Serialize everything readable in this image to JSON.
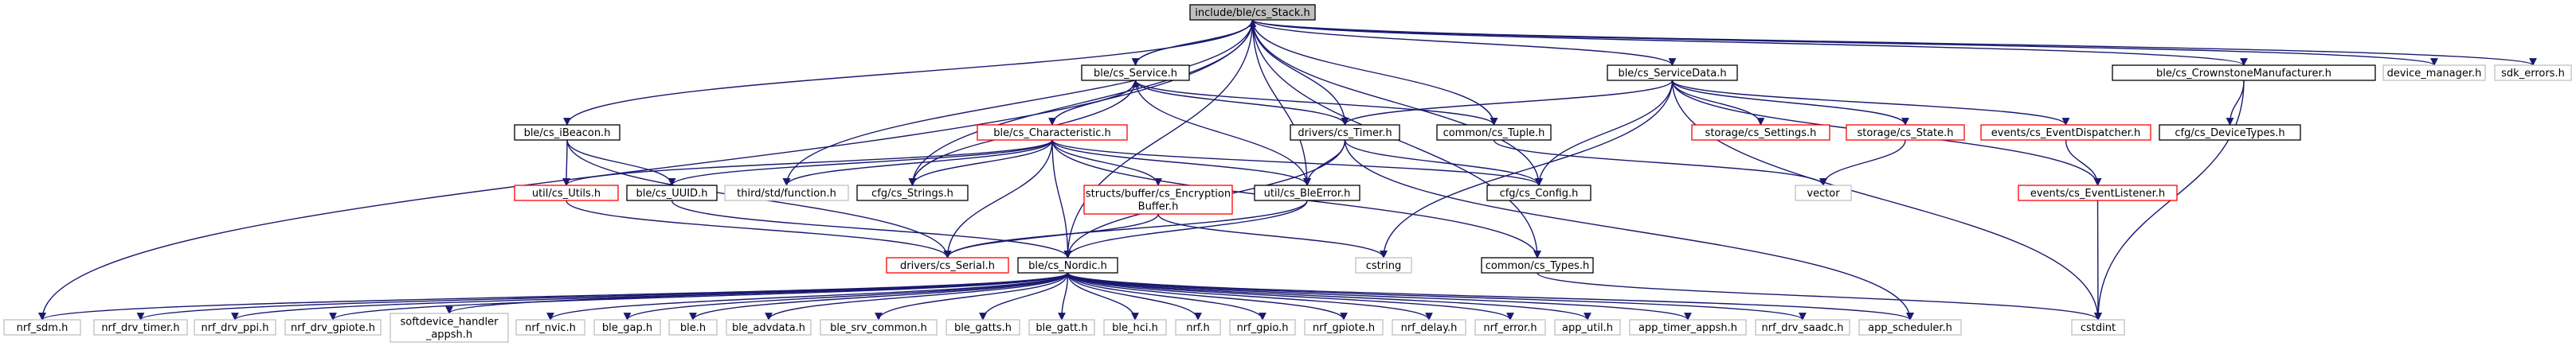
{
  "graph": {
    "title": "include/ble/cs_Stack.h",
    "colors": {
      "root_fill": "#bfbfbf",
      "documented_border": "#000000",
      "incomplete_border": "#ff0000",
      "external_border": "#bfbfbf",
      "edge_navy": "#191970",
      "edge_gray": "#a9a9a9"
    },
    "nodes": [
      {
        "id": "stack",
        "label": "include/ble/cs_Stack.h",
        "kind": "root"
      },
      {
        "id": "service",
        "label": "ble/cs_Service.h",
        "kind": "documented"
      },
      {
        "id": "servicedata",
        "label": "ble/cs_ServiceData.h",
        "kind": "documented"
      },
      {
        "id": "crownstonemfr",
        "label": "ble/cs_CrownstoneManufacturer.h",
        "kind": "documented"
      },
      {
        "id": "devicemanager",
        "label": "device_manager.h",
        "kind": "external"
      },
      {
        "id": "sdkerrors",
        "label": "sdk_errors.h",
        "kind": "external"
      },
      {
        "id": "ibeacon",
        "label": "ble/cs_iBeacon.h",
        "kind": "documented"
      },
      {
        "id": "characteristic",
        "label": "ble/cs_Characteristic.h",
        "kind": "incomplete"
      },
      {
        "id": "timer",
        "label": "drivers/cs_Timer.h",
        "kind": "documented"
      },
      {
        "id": "tuple",
        "label": "common/cs_Tuple.h",
        "kind": "documented"
      },
      {
        "id": "settings",
        "label": "storage/cs_Settings.h",
        "kind": "incomplete"
      },
      {
        "id": "state",
        "label": "storage/cs_State.h",
        "kind": "incomplete"
      },
      {
        "id": "eventdispatcher",
        "label": "events/cs_EventDispatcher.h",
        "kind": "incomplete"
      },
      {
        "id": "devicetypes",
        "label": "cfg/cs_DeviceTypes.h",
        "kind": "documented"
      },
      {
        "id": "utils",
        "label": "util/cs_Utils.h",
        "kind": "incomplete"
      },
      {
        "id": "uuid",
        "label": "ble/cs_UUID.h",
        "kind": "documented"
      },
      {
        "id": "function",
        "label": "third/std/function.h",
        "kind": "external"
      },
      {
        "id": "strings",
        "label": "cfg/cs_Strings.h",
        "kind": "documented"
      },
      {
        "id": "encbuffer",
        "label": [
          "structs/buffer/cs_Encryption",
          "Buffer.h"
        ],
        "kind": "incomplete"
      },
      {
        "id": "bleerror",
        "label": "util/cs_BleError.h",
        "kind": "documented"
      },
      {
        "id": "config",
        "label": "cfg/cs_Config.h",
        "kind": "documented"
      },
      {
        "id": "vector",
        "label": "vector",
        "kind": "external"
      },
      {
        "id": "eventlistener",
        "label": "events/cs_EventListener.h",
        "kind": "incomplete"
      },
      {
        "id": "serial",
        "label": "drivers/cs_Serial.h",
        "kind": "incomplete"
      },
      {
        "id": "nordic",
        "label": "ble/cs_Nordic.h",
        "kind": "documented"
      },
      {
        "id": "cstring",
        "label": "cstring",
        "kind": "external"
      },
      {
        "id": "types",
        "label": "common/cs_Types.h",
        "kind": "documented"
      },
      {
        "id": "cstdint",
        "label": "cstdint",
        "kind": "external"
      },
      {
        "id": "nrfsdm",
        "label": "nrf_sdm.h",
        "kind": "external"
      },
      {
        "id": "nrfdrvtimer",
        "label": "nrf_drv_timer.h",
        "kind": "external"
      },
      {
        "id": "nrfdrvppi",
        "label": "nrf_drv_ppi.h",
        "kind": "external"
      },
      {
        "id": "nrfdrvgpiote",
        "label": "nrf_drv_gpiote.h",
        "kind": "external"
      },
      {
        "id": "sdhandler",
        "label": [
          "softdevice_handler",
          "_appsh.h"
        ],
        "kind": "external"
      },
      {
        "id": "nrfnvic",
        "label": "nrf_nvic.h",
        "kind": "external"
      },
      {
        "id": "blegap",
        "label": "ble_gap.h",
        "kind": "external"
      },
      {
        "id": "bleh",
        "label": "ble.h",
        "kind": "external"
      },
      {
        "id": "bleadvdata",
        "label": "ble_advdata.h",
        "kind": "external"
      },
      {
        "id": "blesrvcommon",
        "label": "ble_srv_common.h",
        "kind": "external"
      },
      {
        "id": "blegatts",
        "label": "ble_gatts.h",
        "kind": "external"
      },
      {
        "id": "blegatt",
        "label": "ble_gatt.h",
        "kind": "external"
      },
      {
        "id": "blehci",
        "label": "ble_hci.h",
        "kind": "external"
      },
      {
        "id": "nrfh",
        "label": "nrf.h",
        "kind": "external"
      },
      {
        "id": "nrfgpio",
        "label": "nrf_gpio.h",
        "kind": "external"
      },
      {
        "id": "nrfgpiote",
        "label": "nrf_gpiote.h",
        "kind": "external"
      },
      {
        "id": "nrfdelay",
        "label": "nrf_delay.h",
        "kind": "external"
      },
      {
        "id": "nrferror",
        "label": "nrf_error.h",
        "kind": "external"
      },
      {
        "id": "apputil",
        "label": "app_util.h",
        "kind": "external"
      },
      {
        "id": "apptimerappsh",
        "label": "app_timer_appsh.h",
        "kind": "external"
      },
      {
        "id": "nrfdrvsaadc",
        "label": "nrf_drv_saadc.h",
        "kind": "external"
      },
      {
        "id": "appscheduler",
        "label": "app_scheduler.h",
        "kind": "external"
      }
    ],
    "edges": [
      [
        "stack",
        "service"
      ],
      [
        "stack",
        "servicedata"
      ],
      [
        "stack",
        "crownstonemfr"
      ],
      [
        "stack",
        "devicemanager"
      ],
      [
        "stack",
        "sdkerrors"
      ],
      [
        "stack",
        "ibeacon"
      ],
      [
        "stack",
        "timer"
      ],
      [
        "stack",
        "tuple"
      ],
      [
        "stack",
        "bleerror"
      ],
      [
        "stack",
        "config"
      ],
      [
        "stack",
        "nordic"
      ],
      [
        "stack",
        "function"
      ],
      [
        "stack",
        "strings"
      ],
      [
        "stack",
        "types"
      ],
      [
        "stack",
        "nrfsdm"
      ],
      [
        "service",
        "stack"
      ],
      [
        "service",
        "characteristic"
      ],
      [
        "service",
        "timer"
      ],
      [
        "service",
        "tuple"
      ],
      [
        "service",
        "bleerror"
      ],
      [
        "service",
        "strings"
      ],
      [
        "characteristic",
        "service"
      ],
      [
        "characteristic",
        "utils"
      ],
      [
        "characteristic",
        "uuid"
      ],
      [
        "characteristic",
        "function"
      ],
      [
        "characteristic",
        "strings"
      ],
      [
        "characteristic",
        "encbuffer"
      ],
      [
        "characteristic",
        "bleerror"
      ],
      [
        "characteristic",
        "config"
      ],
      [
        "characteristic",
        "serial"
      ],
      [
        "characteristic",
        "nordic"
      ],
      [
        "characteristic",
        "types"
      ],
      [
        "servicedata",
        "timer"
      ],
      [
        "servicedata",
        "settings"
      ],
      [
        "servicedata",
        "state"
      ],
      [
        "servicedata",
        "eventdispatcher"
      ],
      [
        "servicedata",
        "eventlistener"
      ],
      [
        "servicedata",
        "config"
      ],
      [
        "servicedata",
        "cstring"
      ],
      [
        "servicedata",
        "cstdint"
      ],
      [
        "crownstonemfr",
        "devicetypes"
      ],
      [
        "crownstonemfr",
        "cstdint"
      ],
      [
        "ibeacon",
        "utils"
      ],
      [
        "ibeacon",
        "uuid"
      ],
      [
        "ibeacon",
        "serial"
      ],
      [
        "timer",
        "bleerror"
      ],
      [
        "timer",
        "config"
      ],
      [
        "timer",
        "nordic"
      ],
      [
        "timer",
        "appscheduler"
      ],
      [
        "tuple",
        "vector"
      ],
      [
        "state",
        "vector"
      ],
      [
        "eventdispatcher",
        "eventlistener"
      ],
      [
        "eventlistener",
        "cstdint"
      ],
      [
        "utils",
        "serial"
      ],
      [
        "uuid",
        "nordic"
      ],
      [
        "encbuffer",
        "serial"
      ],
      [
        "encbuffer",
        "cstring"
      ],
      [
        "bleerror",
        "serial"
      ],
      [
        "bleerror",
        "nordic"
      ],
      [
        "nordic",
        "nrfsdm"
      ],
      [
        "nordic",
        "nrfdrvtimer"
      ],
      [
        "nordic",
        "nrfdrvppi"
      ],
      [
        "nordic",
        "nrfdrvgpiote"
      ],
      [
        "nordic",
        "sdhandler"
      ],
      [
        "nordic",
        "nrfnvic"
      ],
      [
        "nordic",
        "blegap"
      ],
      [
        "nordic",
        "bleh"
      ],
      [
        "nordic",
        "bleadvdata"
      ],
      [
        "nordic",
        "blesrvcommon"
      ],
      [
        "nordic",
        "blegatts"
      ],
      [
        "nordic",
        "blegatt"
      ],
      [
        "nordic",
        "blehci"
      ],
      [
        "nordic",
        "nrfh"
      ],
      [
        "nordic",
        "nrfgpio"
      ],
      [
        "nordic",
        "nrfgpiote"
      ],
      [
        "nordic",
        "nrfdelay"
      ],
      [
        "nordic",
        "nrferror"
      ],
      [
        "nordic",
        "apputil"
      ],
      [
        "nordic",
        "apptimerappsh"
      ],
      [
        "nordic",
        "nrfdrvsaadc"
      ],
      [
        "nordic",
        "appscheduler"
      ],
      [
        "types",
        "cstdint"
      ]
    ]
  }
}
